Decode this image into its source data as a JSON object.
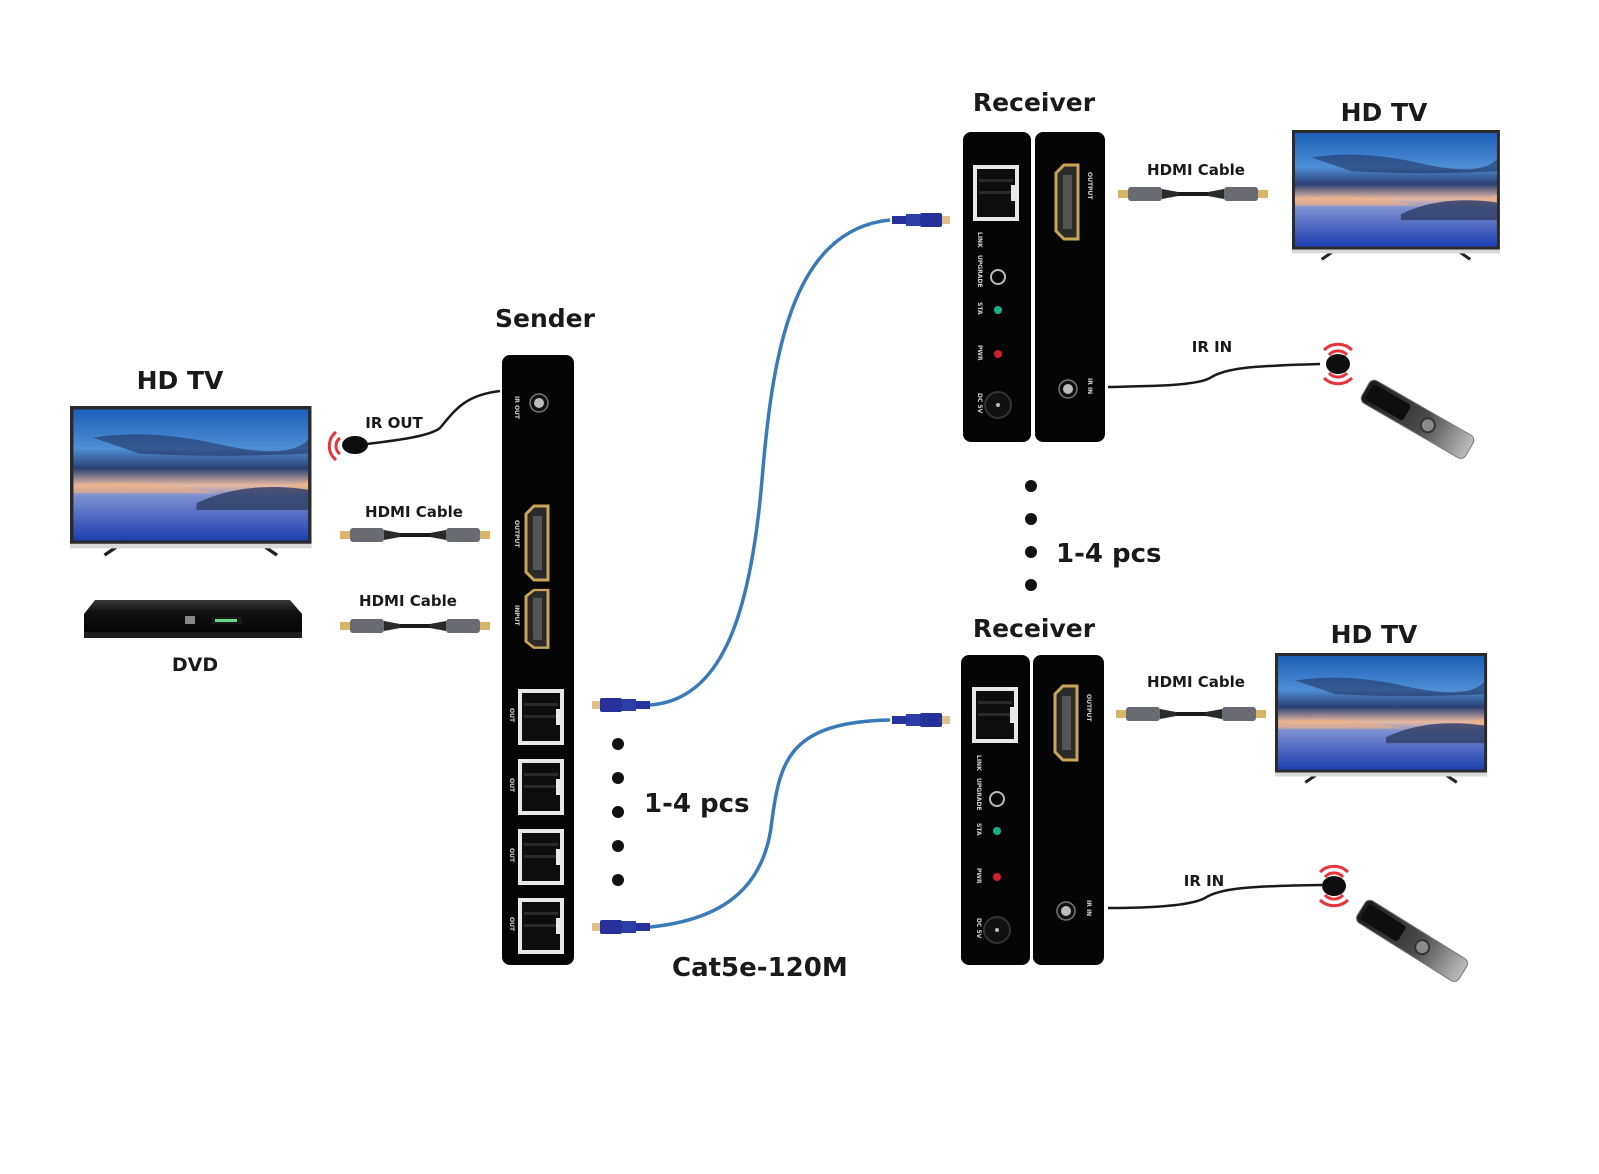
{
  "diagram": {
    "title": "HDMI extender over Cat5e: 1 sender to 1-4 receivers",
    "colors": {
      "device_body": "#050505",
      "cat_cable": "#3b7ab8",
      "rj45_plug": "#26329a",
      "ir_wave": "#e8343a",
      "hdmi_connector": "#c9a55a",
      "led_green": "#17b08a",
      "led_red": "#d01f2c"
    },
    "source_side": {
      "tv_label": "HD TV",
      "dvd_label": "DVD",
      "ir_out_label": "IR OUT",
      "hdmi_cable_tv_label": "HDMI Cable",
      "hdmi_cable_dvd_label": "HDMI Cable"
    },
    "sender": {
      "label": "Sender",
      "port_labels": [
        "IR OUT",
        "OUTPUT",
        "INPUT",
        "OUT",
        "OUT",
        "OUT",
        "OUT"
      ]
    },
    "links": {
      "count_label_sender": "1-4 pcs",
      "count_label_receivers": "1-4 pcs",
      "cable_label": "Cat5e-120M"
    },
    "receivers": [
      {
        "label": "Receiver",
        "tv_label": "HD TV",
        "hdmi_cable_label": "HDMI Cable",
        "ir_in_label": "IR IN",
        "port_labels": [
          "LINK",
          "UPGRADE",
          "STA",
          "PWR",
          "DC 5V",
          "OUTPUT",
          "IR IN"
        ]
      },
      {
        "label": "Receiver",
        "tv_label": "HD TV",
        "hdmi_cable_label": "HDMI Cable",
        "ir_in_label": "IR IN",
        "port_labels": [
          "LINK",
          "UPGRADE",
          "STA",
          "PWR",
          "DC 5V",
          "OUTPUT",
          "IR IN"
        ]
      }
    ]
  }
}
